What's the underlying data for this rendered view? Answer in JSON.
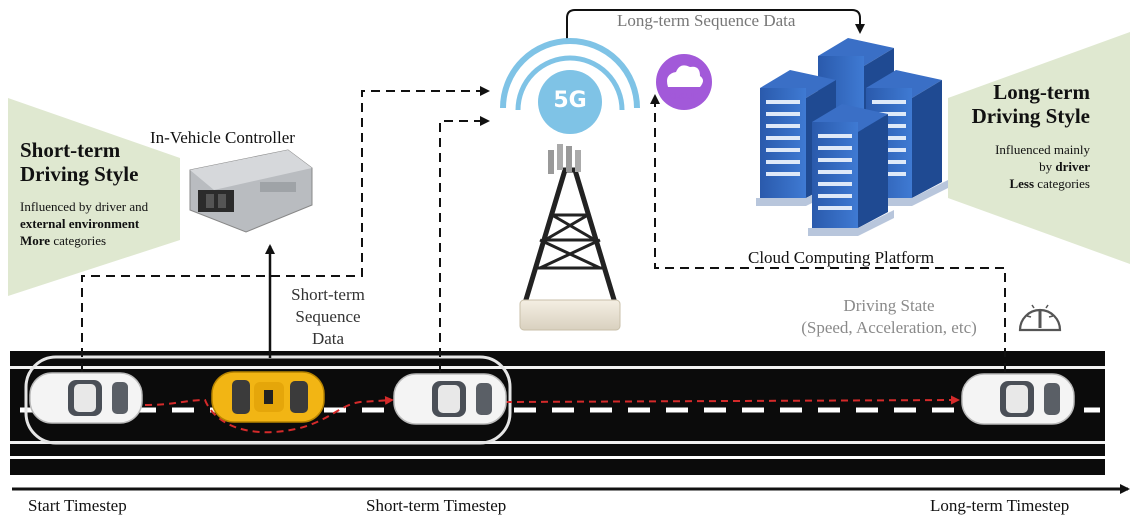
{
  "short_term_style": {
    "title_line1": "Short-term",
    "title_line2": "Driving Style",
    "desc_line1": "Influenced by driver and",
    "desc_line2": "external environment",
    "desc_line3_bold": "More",
    "desc_line3_rest": " categories"
  },
  "long_term_style": {
    "title_line1": "Long-term",
    "title_line2": "Driving Style",
    "desc_line1": "Influenced mainly",
    "desc_line2_pre": "by ",
    "desc_line2_bold": "driver",
    "desc_line3_bold": "Less",
    "desc_line3_rest": " categories"
  },
  "labels": {
    "in_vehicle_controller": "In-Vehicle Controller",
    "short_seq_line1": "Short-term",
    "short_seq_line2": "Sequence",
    "short_seq_line3": "Data",
    "long_seq": "Long-term Sequence Data",
    "cloud_platform": "Cloud Computing Platform",
    "driving_state_line1": "Driving State",
    "driving_state_line2": "(Speed, Acceleration, etc)",
    "badge_5g": "5G",
    "badge_cloud": "CLOUD"
  },
  "timeline": {
    "start": "Start Timestep",
    "short": "Short-term Timestep",
    "long": "Long-term Timestep"
  },
  "colors": {
    "panel_green": "#dfe8d0",
    "road": "#0b0b0b",
    "dash_red": "#d42a2a",
    "accent_5g": "#7fc3e6",
    "cloud_badge": "#a259d9",
    "server_blue": "#2f63b8"
  },
  "icons": [
    "5g-tower-icon",
    "cloud-badge-icon",
    "server-rack-icon",
    "controller-ecu-icon",
    "car-icon",
    "taxi-icon",
    "speedometer-icon"
  ]
}
